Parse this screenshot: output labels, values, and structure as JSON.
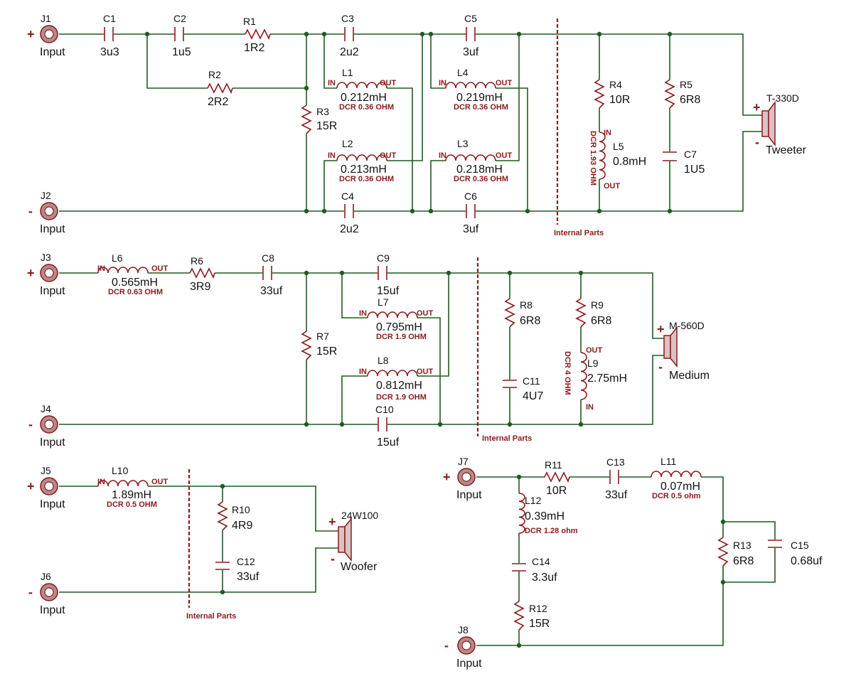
{
  "colors": {
    "wire": "#1f5c1f",
    "component": "#8b1a1a",
    "dcr_text": "#8b1a1a",
    "label_text": "#111111"
  },
  "jacks": {
    "J1": {
      "ref": "J1",
      "sign": "+",
      "label": "Input"
    },
    "J2": {
      "ref": "J2",
      "sign": "-",
      "label": "Input"
    },
    "J3": {
      "ref": "J3",
      "sign": "+",
      "label": "Input"
    },
    "J4": {
      "ref": "J4",
      "sign": "-",
      "label": "Input"
    },
    "J5": {
      "ref": "J5",
      "sign": "+",
      "label": "Input"
    },
    "J6": {
      "ref": "J6",
      "sign": "-",
      "label": "Input"
    },
    "J7": {
      "ref": "J7",
      "sign": "+",
      "label": "Input"
    },
    "J8": {
      "ref": "J8",
      "sign": "-",
      "label": "Input"
    }
  },
  "capacitors": {
    "C1": {
      "ref": "C1",
      "value": "3u3"
    },
    "C2": {
      "ref": "C2",
      "value": "1u5"
    },
    "C3": {
      "ref": "C3",
      "value": "2u2"
    },
    "C4": {
      "ref": "C4",
      "value": "2u2"
    },
    "C5": {
      "ref": "C5",
      "value": "3uf"
    },
    "C6": {
      "ref": "C6",
      "value": "3uf"
    },
    "C7": {
      "ref": "C7",
      "value": "1U5"
    },
    "C8": {
      "ref": "C8",
      "value": "33uf"
    },
    "C9": {
      "ref": "C9",
      "value": "15uf"
    },
    "C10": {
      "ref": "C10",
      "value": "15uf"
    },
    "C11": {
      "ref": "C11",
      "value": "4U7"
    },
    "C12": {
      "ref": "C12",
      "value": "33uf"
    },
    "C13": {
      "ref": "C13",
      "value": "33uf"
    },
    "C14": {
      "ref": "C14",
      "value": "3.3uf"
    },
    "C15": {
      "ref": "C15",
      "value": "0.68uf"
    }
  },
  "resistors": {
    "R1": {
      "ref": "R1",
      "value": "1R2"
    },
    "R2": {
      "ref": "R2",
      "value": "2R2"
    },
    "R3": {
      "ref": "R3",
      "value": "15R"
    },
    "R4": {
      "ref": "R4",
      "value": "10R"
    },
    "R5": {
      "ref": "R5",
      "value": "6R8"
    },
    "R6": {
      "ref": "R6",
      "value": "3R9"
    },
    "R7": {
      "ref": "R7",
      "value": "15R"
    },
    "R8": {
      "ref": "R8",
      "value": "6R8"
    },
    "R9": {
      "ref": "R9",
      "value": "6R8"
    },
    "R10": {
      "ref": "R10",
      "value": "4R9"
    },
    "R11": {
      "ref": "R11",
      "value": "10R"
    },
    "R12": {
      "ref": "R12",
      "value": "15R"
    },
    "R13": {
      "ref": "R13",
      "value": "6R8"
    }
  },
  "inductors": {
    "L1": {
      "ref": "L1",
      "value": "0.212mH",
      "dcr": "DCR 0.36 OHM"
    },
    "L2": {
      "ref": "L2",
      "value": "0.213mH",
      "dcr": "DCR 0.36 OHM"
    },
    "L3": {
      "ref": "L3",
      "value": "0.218mH",
      "dcr": "DCR 0.36 OHM"
    },
    "L4": {
      "ref": "L4",
      "value": "0.219mH",
      "dcr": "DCR 0.36 OHM"
    },
    "L5": {
      "ref": "L5",
      "value": "0.8mH",
      "dcr": "DCR 1.93 OHM"
    },
    "L6": {
      "ref": "L6",
      "value": "0.565mH",
      "dcr": "DCR 0.63 OHM"
    },
    "L7": {
      "ref": "L7",
      "value": "0.795mH",
      "dcr": "DCR 1.9 OHM"
    },
    "L8": {
      "ref": "L8",
      "value": "0.812mH",
      "dcr": "DCR 1.9 OHM"
    },
    "L9": {
      "ref": "L9",
      "value": "2.75mH",
      "dcr": "DCR 4 OHM"
    },
    "L10": {
      "ref": "L10",
      "value": "1.89mH",
      "dcr": "DCR 0.5 OHM"
    },
    "L11": {
      "ref": "L11",
      "value": "0.07mH",
      "dcr": "DCR 0.5 ohm"
    },
    "L12": {
      "ref": "L12",
      "value": "0.39mH",
      "dcr": "DCR 1.28 ohm"
    }
  },
  "pins": {
    "in": "IN",
    "out": "OUT"
  },
  "speakers": {
    "tweeter": {
      "model": "T-330D",
      "name": "Tweeter",
      "plus": "+",
      "minus": "-"
    },
    "medium": {
      "model": "M-560D",
      "name": "Medium",
      "plus": "+",
      "minus": "-"
    },
    "woofer": {
      "model": "24W100",
      "name": "Woofer",
      "plus": "+",
      "minus": "-"
    }
  },
  "divider_label": "Internal Parts"
}
